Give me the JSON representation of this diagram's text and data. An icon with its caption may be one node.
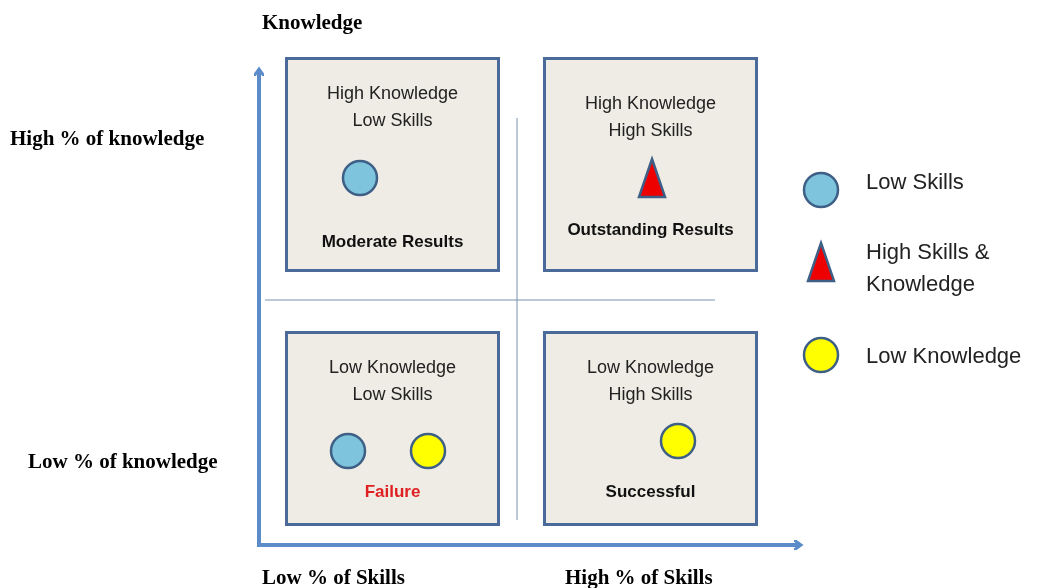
{
  "diagram": {
    "nodes": [
      {
        "text": [
          "High Knowledge Low Skills",
          "Moderate Results"
        ]
      },
      {
        "text": [
          "High Knowledge High Skills",
          "Outstanding Results"
        ]
      },
      {
        "text": [
          "Low Knowledge Low Skills",
          "Failure"
        ]
      },
      {
        "text": [
          "Low Knowledge High Skills",
          "Successful"
        ]
      }
    ],
    "edges": [],
    "labels": [
      "Knowledge",
      "High % of knowledge",
      "Low % of knowledge",
      "Low % of Skills",
      "High % of Skills"
    ],
    "legend": [
      {
        "text": "Low Skills"
      },
      {
        "text": "High Skills & Knowledge"
      },
      {
        "text": "Low Knowledge"
      }
    ]
  }
}
